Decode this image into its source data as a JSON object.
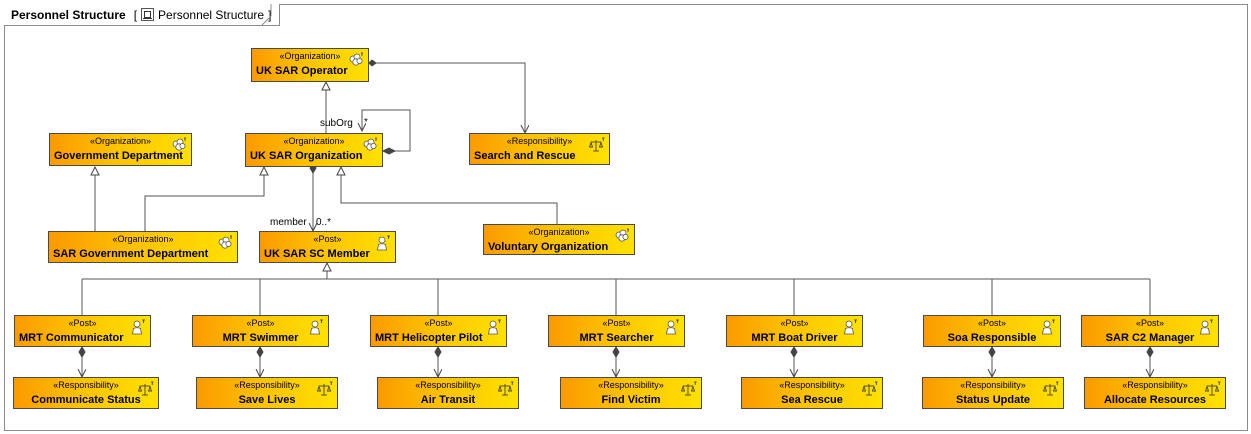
{
  "frame": {
    "title": "Personnel Structure",
    "diagram_ref": "Personnel Structure",
    "open_bracket": "[",
    "close_bracket": "]"
  },
  "nodes": {
    "uk_sar_operator": {
      "stereotype": "«Organization»",
      "name": "UK SAR Operator",
      "icon": "organization-icon"
    },
    "government_department": {
      "stereotype": "«Organization»",
      "name": "Government Department",
      "icon": "organization-icon"
    },
    "uk_sar_organization": {
      "stereotype": "«Organization»",
      "name": "UK SAR Organization",
      "icon": "organization-icon"
    },
    "search_and_rescue": {
      "stereotype": "«Responsibility»",
      "name": "Search and Rescue",
      "icon": "responsibility-icon"
    },
    "sar_government_department": {
      "stereotype": "«Organization»",
      "name": "SAR Government Department",
      "icon": "organization-icon"
    },
    "uk_sar_sc_member": {
      "stereotype": "«Post»",
      "name": "UK SAR SC Member",
      "icon": "post-icon"
    },
    "voluntary_organization": {
      "stereotype": "«Organization»",
      "name": "Voluntary Organization",
      "icon": "organization-icon"
    },
    "mrt_communicator": {
      "stereotype": "«Post»",
      "name": "MRT Communicator",
      "icon": "post-icon"
    },
    "mrt_swimmer": {
      "stereotype": "«Post»",
      "name": "MRT Swimmer",
      "icon": "post-icon"
    },
    "mrt_helicopter_pilot": {
      "stereotype": "«Post»",
      "name": "MRT Helicopter Pilot",
      "icon": "post-icon"
    },
    "mrt_searcher": {
      "stereotype": "«Post»",
      "name": "MRT Searcher",
      "icon": "post-icon"
    },
    "mrt_boat_driver": {
      "stereotype": "«Post»",
      "name": "MRT Boat Driver",
      "icon": "post-icon"
    },
    "soa_responsible": {
      "stereotype": "«Post»",
      "name": "Soa Responsible",
      "icon": "post-icon"
    },
    "sar_c2_manager": {
      "stereotype": "«Post»",
      "name": "SAR C2 Manager",
      "icon": "post-icon"
    },
    "communicate_status": {
      "stereotype": "«Responsibility»",
      "name": "Communicate Status",
      "icon": "responsibility-icon"
    },
    "save_lives": {
      "stereotype": "«Responsibility»",
      "name": "Save Lives",
      "icon": "responsibility-icon"
    },
    "air_transit": {
      "stereotype": "«Responsibility»",
      "name": "Air Transit",
      "icon": "responsibility-icon"
    },
    "find_victim": {
      "stereotype": "«Responsibility»",
      "name": "Find Victim",
      "icon": "responsibility-icon"
    },
    "sea_rescue": {
      "stereotype": "«Responsibility»",
      "name": "Sea Rescue",
      "icon": "responsibility-icon"
    },
    "status_update": {
      "stereotype": "«Responsibility»",
      "name": "Status Update",
      "icon": "responsibility-icon"
    },
    "allocate_resources": {
      "stereotype": "«Responsibility»",
      "name": "Allocate Resources",
      "icon": "responsibility-icon"
    }
  },
  "labels": {
    "suborg_role": "subOrg",
    "suborg_mult": "*",
    "member_role": "member",
    "member_mult": "0..*"
  },
  "colors": {
    "fill_start": "#fb9a00",
    "fill_end": "#ffe100",
    "border": "#4a4a4a",
    "line": "#555555"
  }
}
